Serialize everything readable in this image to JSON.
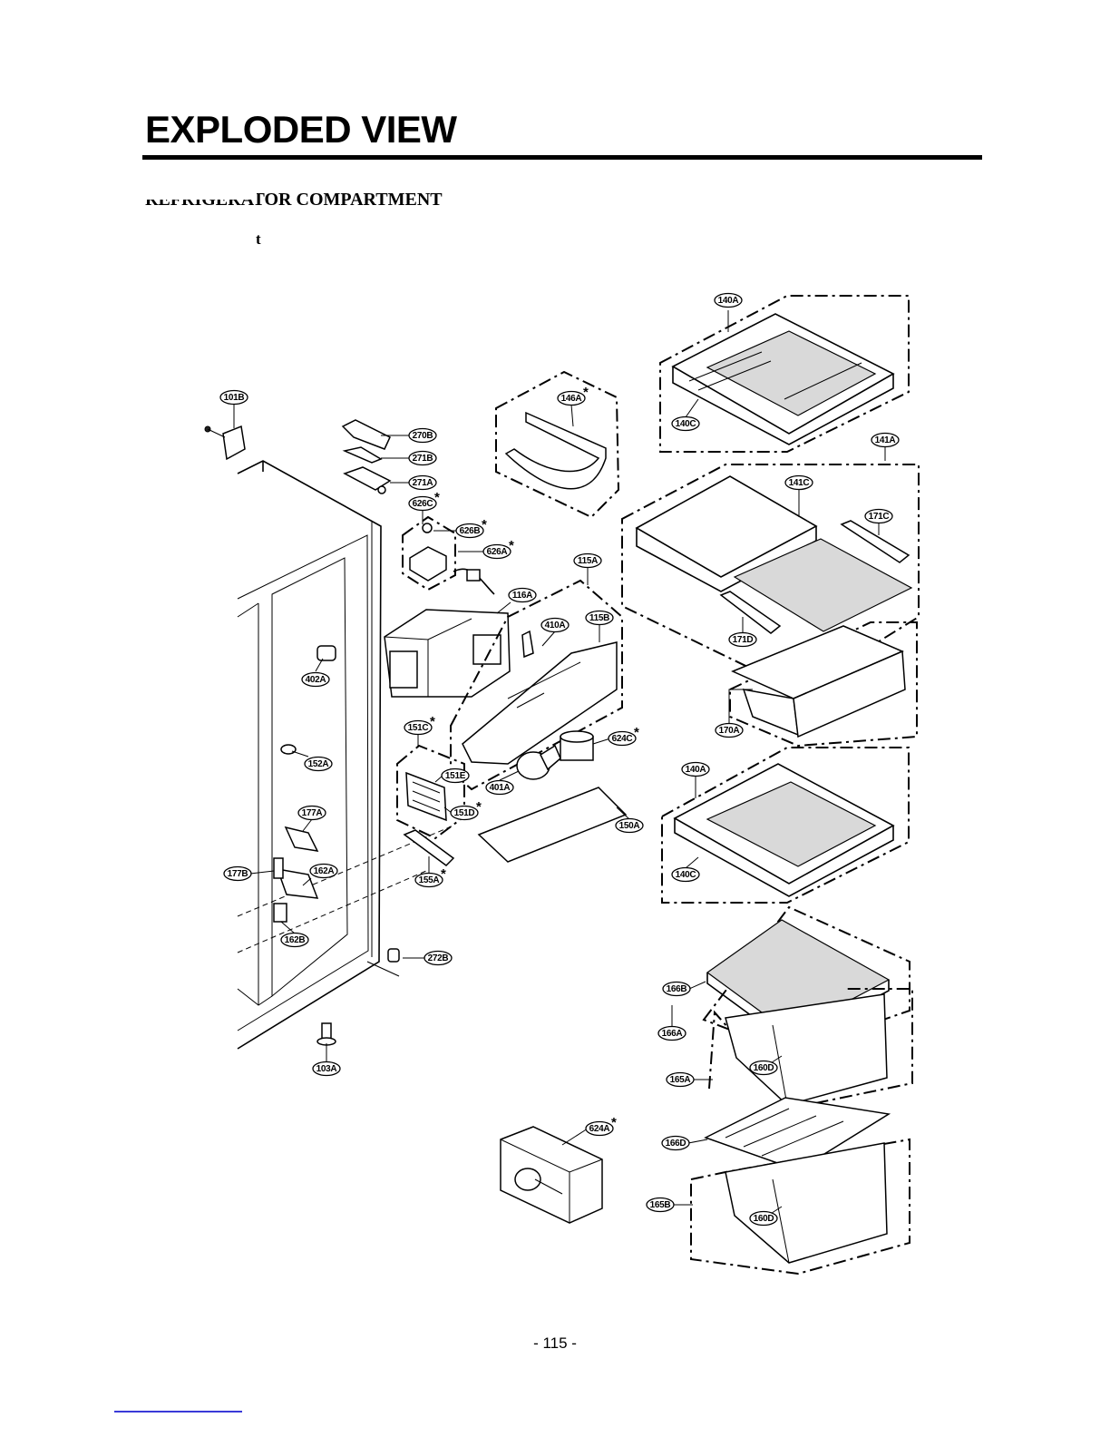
{
  "header": {
    "title": "EXPLODED VIEW",
    "subtitle": "REFRIGERATOR COMPARTMENT",
    "stray_mark": "t"
  },
  "footer": {
    "page_number": "- 115 -"
  },
  "labels": [
    {
      "id": "140A",
      "star": false
    },
    {
      "id": "140C",
      "star": false
    },
    {
      "id": "141A",
      "star": false
    },
    {
      "id": "141C",
      "star": false
    },
    {
      "id": "171C",
      "star": false
    },
    {
      "id": "171D",
      "star": false
    },
    {
      "id": "170A",
      "star": false
    },
    {
      "id": "146A",
      "star": true
    },
    {
      "id": "101B",
      "star": false
    },
    {
      "id": "270B",
      "star": false
    },
    {
      "id": "271B",
      "star": false
    },
    {
      "id": "271A",
      "star": false
    },
    {
      "id": "626C",
      "star": true
    },
    {
      "id": "626B",
      "star": true
    },
    {
      "id": "626A",
      "star": true
    },
    {
      "id": "115A",
      "star": false
    },
    {
      "id": "116A",
      "star": false
    },
    {
      "id": "410A",
      "star": false
    },
    {
      "id": "115B",
      "star": false
    },
    {
      "id": "402A",
      "star": false
    },
    {
      "id": "151C",
      "star": true
    },
    {
      "id": "624C",
      "star": true
    },
    {
      "id": "152A",
      "star": false
    },
    {
      "id": "151E",
      "star": false
    },
    {
      "id": "401A",
      "star": false
    },
    {
      "id": "151D",
      "star": true
    },
    {
      "id": "177A",
      "star": false
    },
    {
      "id": "150A",
      "star": false
    },
    {
      "id": "140A",
      "star": false
    },
    {
      "id": "140C",
      "star": false
    },
    {
      "id": "177B",
      "star": false
    },
    {
      "id": "162A",
      "star": false
    },
    {
      "id": "155A",
      "star": true
    },
    {
      "id": "162B",
      "star": false
    },
    {
      "id": "272B",
      "star": false
    },
    {
      "id": "166B",
      "star": false
    },
    {
      "id": "166A",
      "star": false
    },
    {
      "id": "160D",
      "star": false
    },
    {
      "id": "165A",
      "star": false
    },
    {
      "id": "103A",
      "star": false
    },
    {
      "id": "624A",
      "star": true
    },
    {
      "id": "166D",
      "star": false
    },
    {
      "id": "165B",
      "star": false
    },
    {
      "id": "160D",
      "star": false
    }
  ]
}
